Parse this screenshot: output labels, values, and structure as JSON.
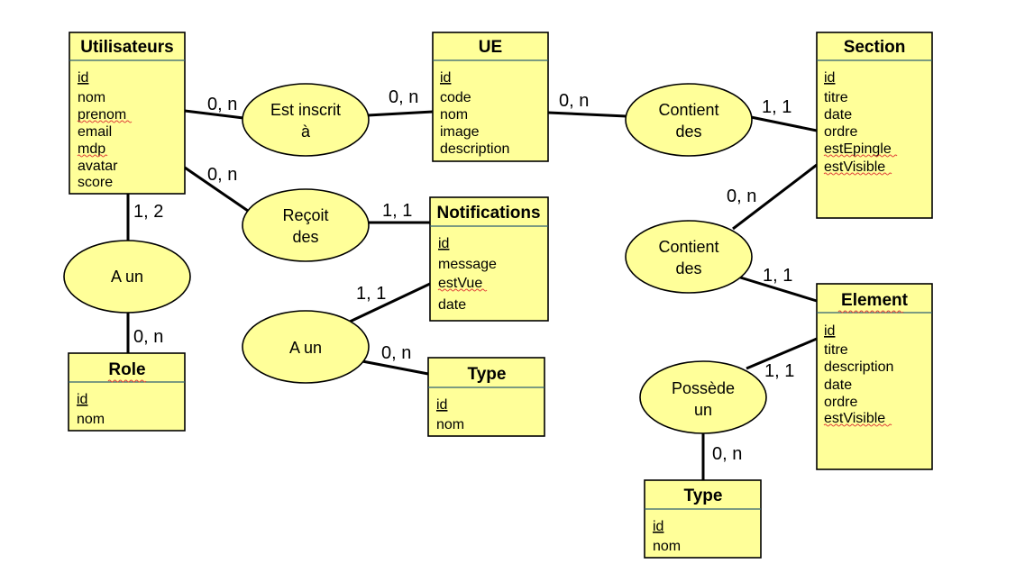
{
  "entities": {
    "utilisateurs": {
      "title": "Utilisateurs",
      "attributes": [
        "id",
        "nom",
        "prenom",
        "email",
        "mdp",
        "avatar",
        "score"
      ]
    },
    "ue": {
      "title": "UE",
      "attributes": [
        "id",
        "code",
        "nom",
        "image",
        "description"
      ]
    },
    "section": {
      "title": "Section",
      "attributes": [
        "id",
        "titre",
        "date",
        "ordre",
        "estEpingle",
        "estVisible"
      ]
    },
    "notifications": {
      "title": "Notifications",
      "attributes": [
        "id",
        "message",
        "estVue",
        "date"
      ]
    },
    "role": {
      "title": "Role",
      "attributes": [
        "id",
        "nom"
      ]
    },
    "type_notif": {
      "title": "Type",
      "attributes": [
        "id",
        "nom"
      ]
    },
    "element": {
      "title": "Element",
      "attributes": [
        "id",
        "titre",
        "description",
        "date",
        "ordre",
        "estVisible"
      ]
    },
    "type_element": {
      "title": "Type",
      "attributes": [
        "id",
        "nom"
      ]
    }
  },
  "relations": {
    "est_inscrit": {
      "lines": [
        "Est inscrit",
        "à"
      ]
    },
    "contient_ue": {
      "lines": [
        "Contient",
        "des"
      ]
    },
    "recoit": {
      "lines": [
        "Reçoit",
        "des"
      ]
    },
    "a_un_role": {
      "lines": [
        "A un"
      ]
    },
    "a_un_type": {
      "lines": [
        "A un"
      ]
    },
    "contient_section": {
      "lines": [
        "Contient",
        "des"
      ]
    },
    "possede": {
      "lines": [
        "Possède",
        "un"
      ]
    }
  },
  "cardinalities": {
    "util_inscrit": "0, n",
    "ue_inscrit": "0, n",
    "ue_contient": "0, n",
    "section_contient": "1, 1",
    "util_recoit": "0, n",
    "notif_recoit": "1, 1",
    "util_aun": "1, 2",
    "role_aun": "0, n",
    "notif_aun": "1, 1",
    "type_aun": "0, n",
    "section_contient2": "0, n",
    "element_contient": "1, 1",
    "element_possede": "1, 1",
    "type_possede": "0, n"
  }
}
